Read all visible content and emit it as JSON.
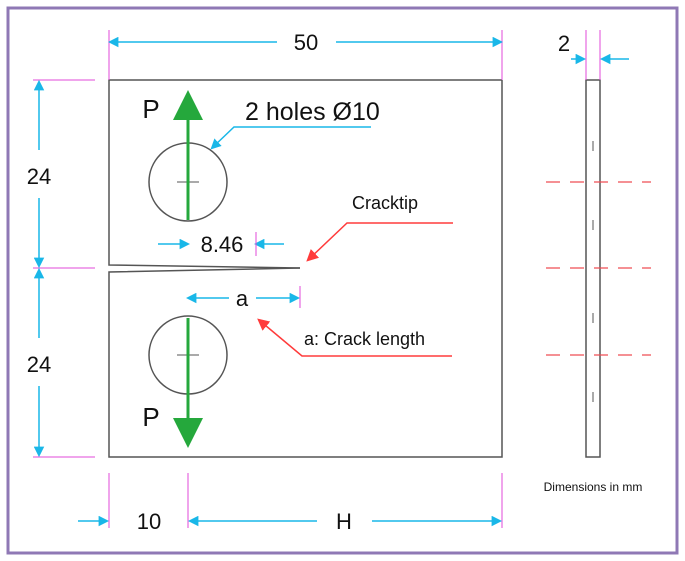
{
  "labels": {
    "width": "50",
    "thickness": "2",
    "upper_height": "24",
    "lower_height": "24",
    "load_top": "P",
    "load_bottom": "P",
    "holes": "2 holes Ø10",
    "cracktip": "Cracktip",
    "notch_offset": "8.46",
    "crack_symbol": "a",
    "crack_length": "a: Crack length",
    "left_offset": "10",
    "h_dimension": "H",
    "units_note": "Dimensions in mm"
  },
  "colors": {
    "frame": "#8f78b5",
    "outline": "#555555",
    "dimension": "#19b7e8",
    "extension": "#e24ad8",
    "arrow": "#ff3b3b",
    "load": "#25a83c",
    "centerline": "#ef4d55",
    "text": "#111111"
  },
  "icons": {
    "load_arrow_top": "arrow-up-icon",
    "load_arrow_bottom": "arrow-down-icon",
    "hole_top": "circle-icon",
    "hole_bottom": "circle-icon"
  }
}
